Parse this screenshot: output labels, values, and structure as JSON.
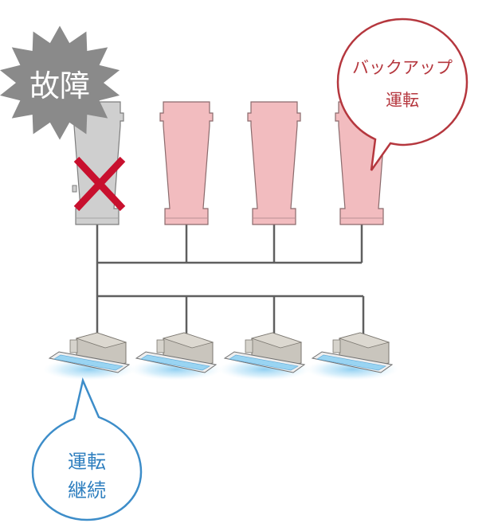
{
  "fault": {
    "label": "故障"
  },
  "backup_bubble": {
    "line1": "バックアップ",
    "line2": "運転"
  },
  "continue_bubble": {
    "line1": "運転",
    "line2": "継続"
  },
  "colors": {
    "failed_unit_fill": "#cfcfcf",
    "failed_unit_stroke": "#7d7d7d",
    "backup_unit_fill": "#f2bcbf",
    "backup_unit_stroke": "#8a6a6c",
    "piping": "#5f5f5f",
    "fault_burst": "#8a8a8a",
    "x_mark": "#c8102e",
    "backup_bubble_stroke": "#b5373e",
    "backup_text": "#b5373e",
    "continue_bubble_stroke": "#3d8dc9",
    "continue_text": "#2f7fbf",
    "indoor_body": "#c9c5bd",
    "indoor_panel": "#eeeeee",
    "airflow": "#8fd0f2"
  },
  "outdoor_units": [
    {
      "state": "failed"
    },
    {
      "state": "backup"
    },
    {
      "state": "backup"
    },
    {
      "state": "backup"
    }
  ],
  "indoor_units": [
    {
      "state": "running"
    },
    {
      "state": "running"
    },
    {
      "state": "running"
    },
    {
      "state": "running"
    }
  ]
}
